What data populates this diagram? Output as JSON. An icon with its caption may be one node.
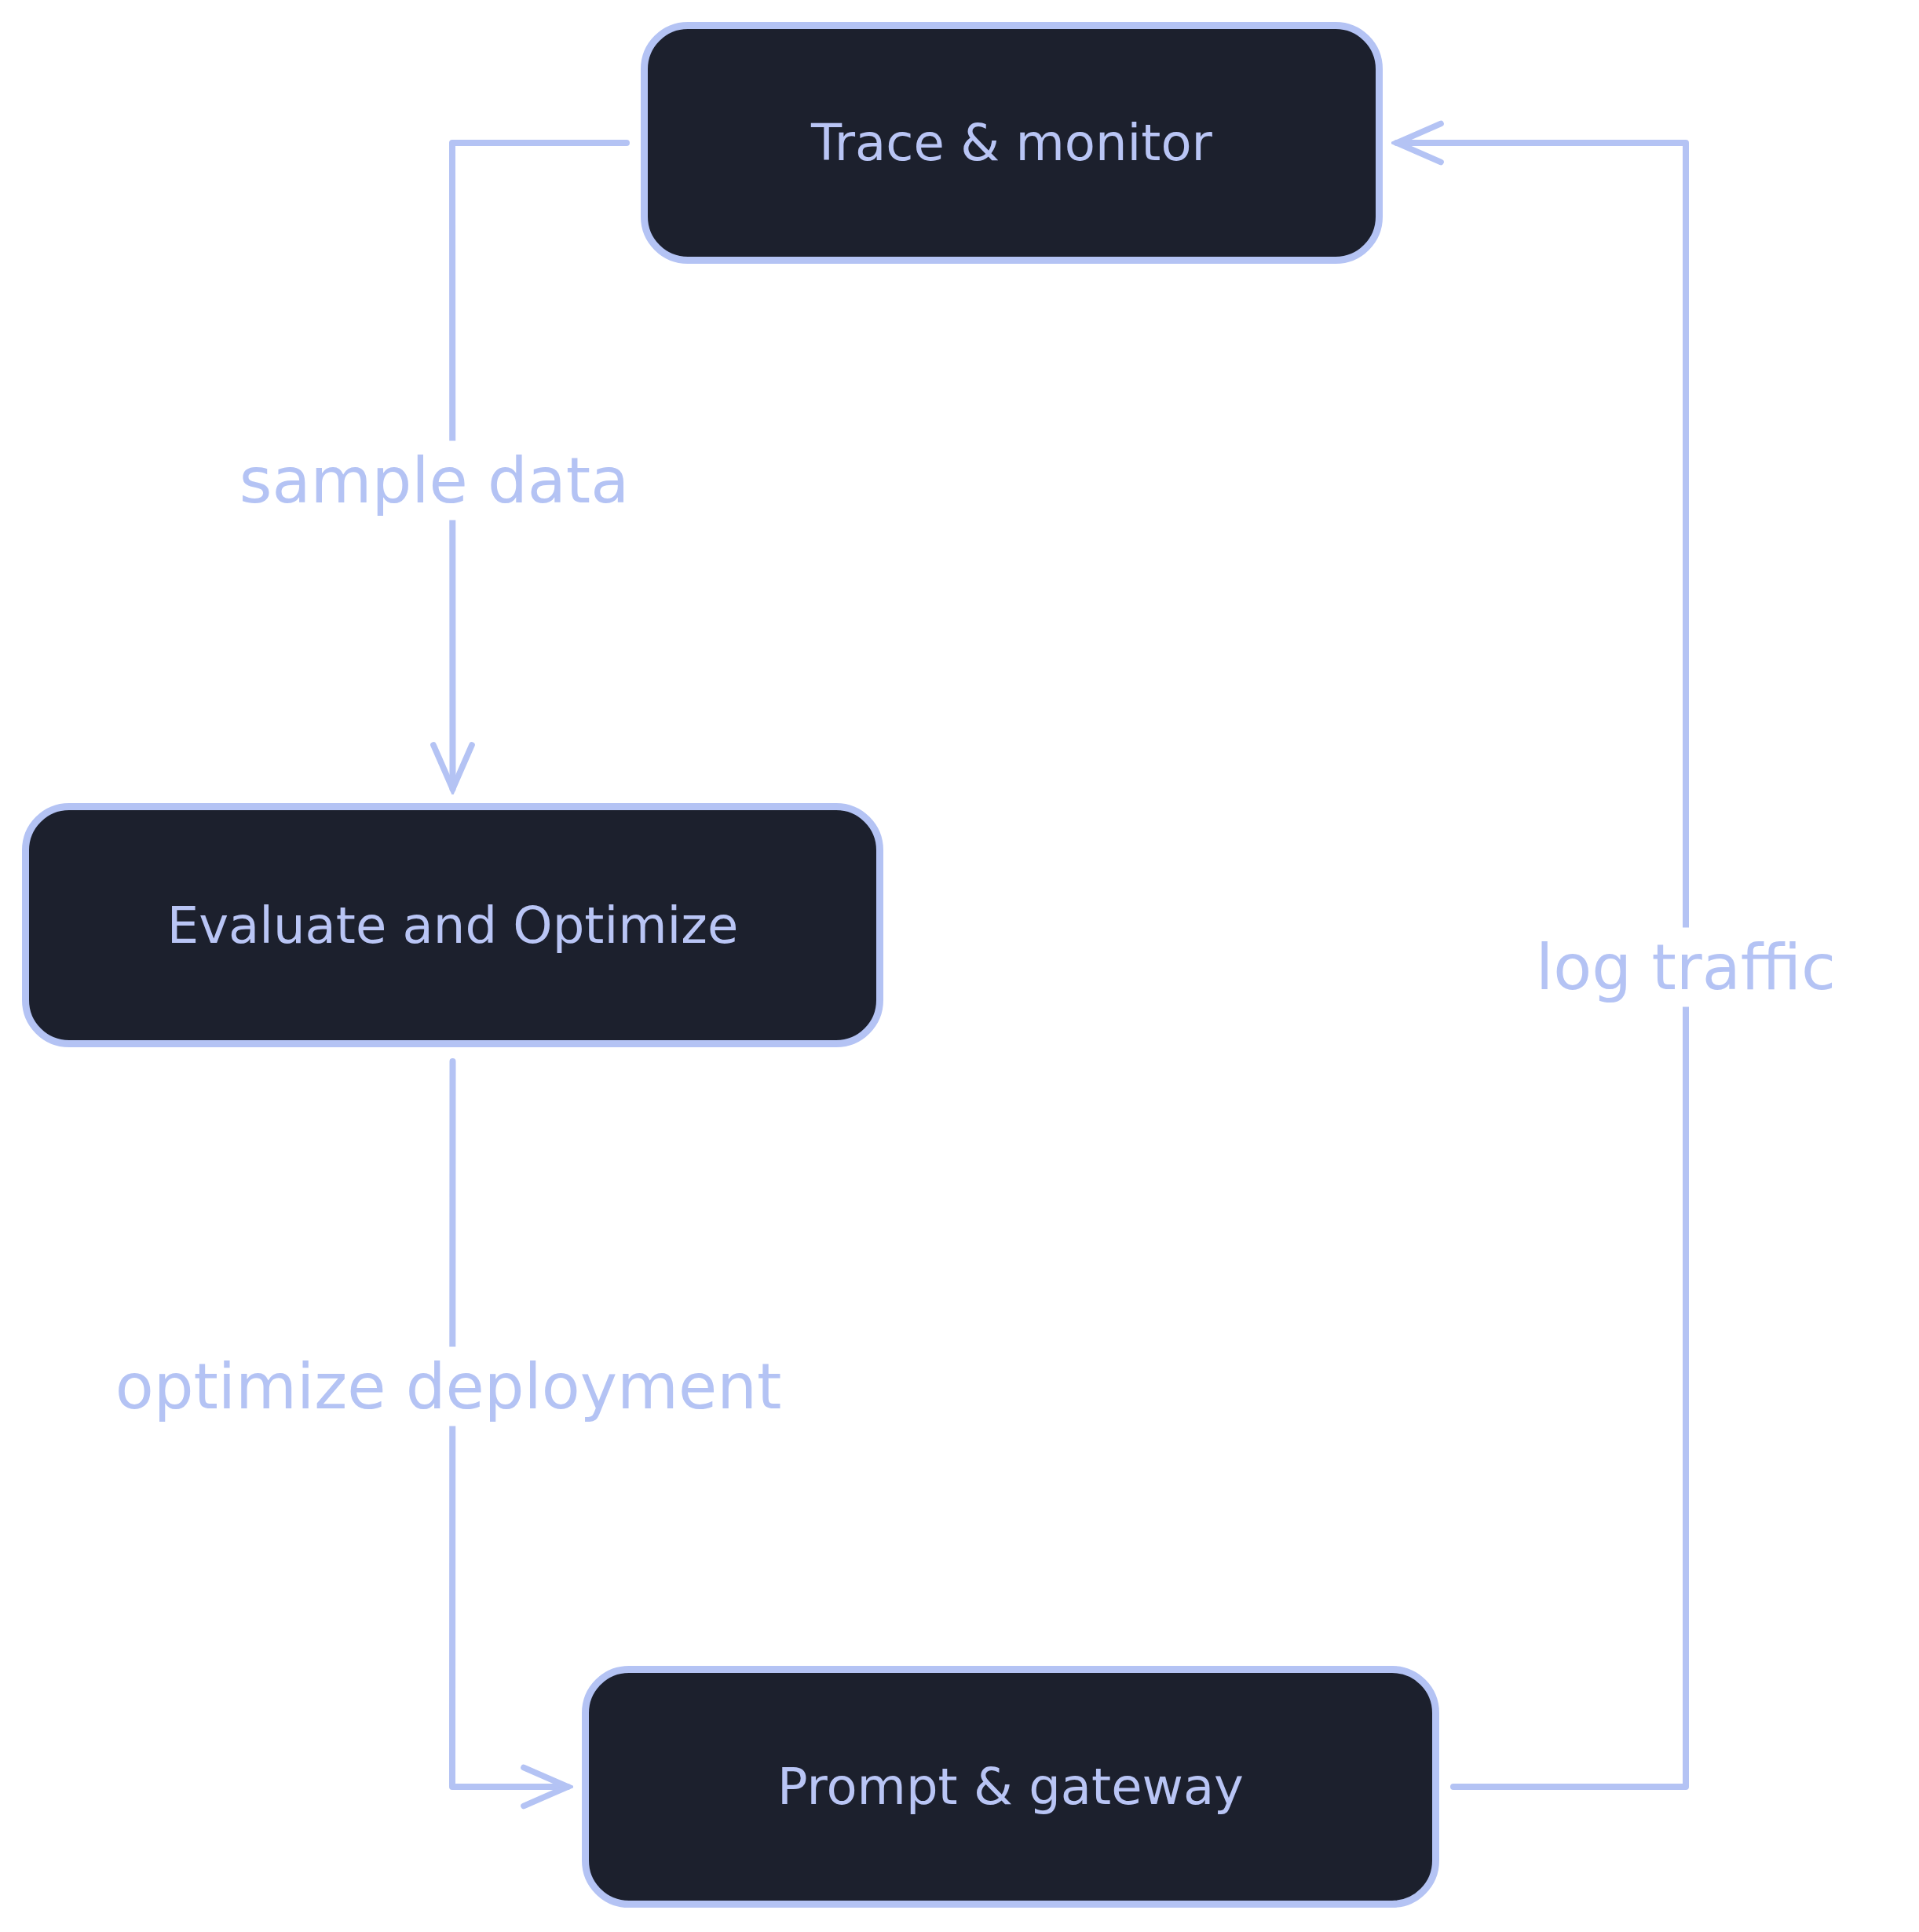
{
  "diagram": {
    "nodes": [
      {
        "text": [
          "Trace & monitor"
        ]
      },
      {
        "text": [
          "Evaluate and Optimize"
        ]
      },
      {
        "text": [
          "Prompt & gateway"
        ]
      }
    ],
    "edges": [
      {
        "from": 0,
        "to": 1,
        "arrow": "to",
        "label": "sample data"
      },
      {
        "from": 1,
        "to": 2,
        "arrow": "to",
        "label": "optimize deployment"
      },
      {
        "from": 2,
        "to": 0,
        "arrow": "to",
        "label": "log traffic"
      }
    ]
  }
}
